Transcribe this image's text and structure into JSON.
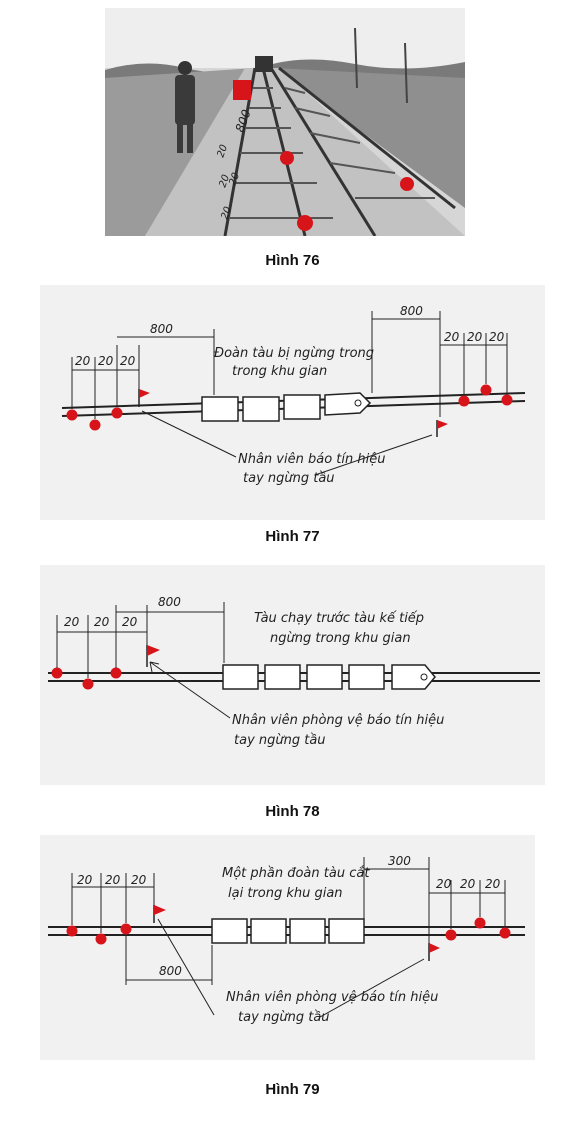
{
  "colors": {
    "marker": "#d8141b",
    "ink": "#222222",
    "paper": "#e6e6e6"
  },
  "fig76": {
    "caption": "Hình 76",
    "marks": [
      "800",
      "20",
      "20",
      "20",
      "20"
    ]
  },
  "fig77": {
    "caption": "Hình 77",
    "dist_left": "800",
    "dist_right": "800",
    "spacings_left": [
      "20",
      "20",
      "20"
    ],
    "spacings_right": [
      "20",
      "20",
      "20"
    ],
    "train_label": [
      "Đoàn tàu bị ngừng trong",
      "trong khu gian"
    ],
    "signal_label": [
      "Nhân viên báo tín hiệu",
      "tay ngừng tầu"
    ]
  },
  "fig78": {
    "caption": "Hình 78",
    "dist_left": "800",
    "spacings_left": [
      "20",
      "20",
      "20"
    ],
    "train_label": [
      "Tàu chạy trước tàu kế tiếp",
      "ngừng trong khu gian"
    ],
    "signal_label": [
      "Nhân viên phòng vệ báo tín hiệu",
      "tay ngừng tầu"
    ]
  },
  "fig79": {
    "caption": "Hình 79",
    "dist_left": "800",
    "dist_right": "300",
    "spacings_left": [
      "20",
      "20",
      "20"
    ],
    "spacings_right": [
      "20",
      "20",
      "20"
    ],
    "train_label": [
      "Một phần đoàn tàu cắt",
      "lại trong khu gian"
    ],
    "signal_label": [
      "Nhân viên phòng vệ báo tín hiệu",
      "tay ngừng tầu"
    ]
  }
}
